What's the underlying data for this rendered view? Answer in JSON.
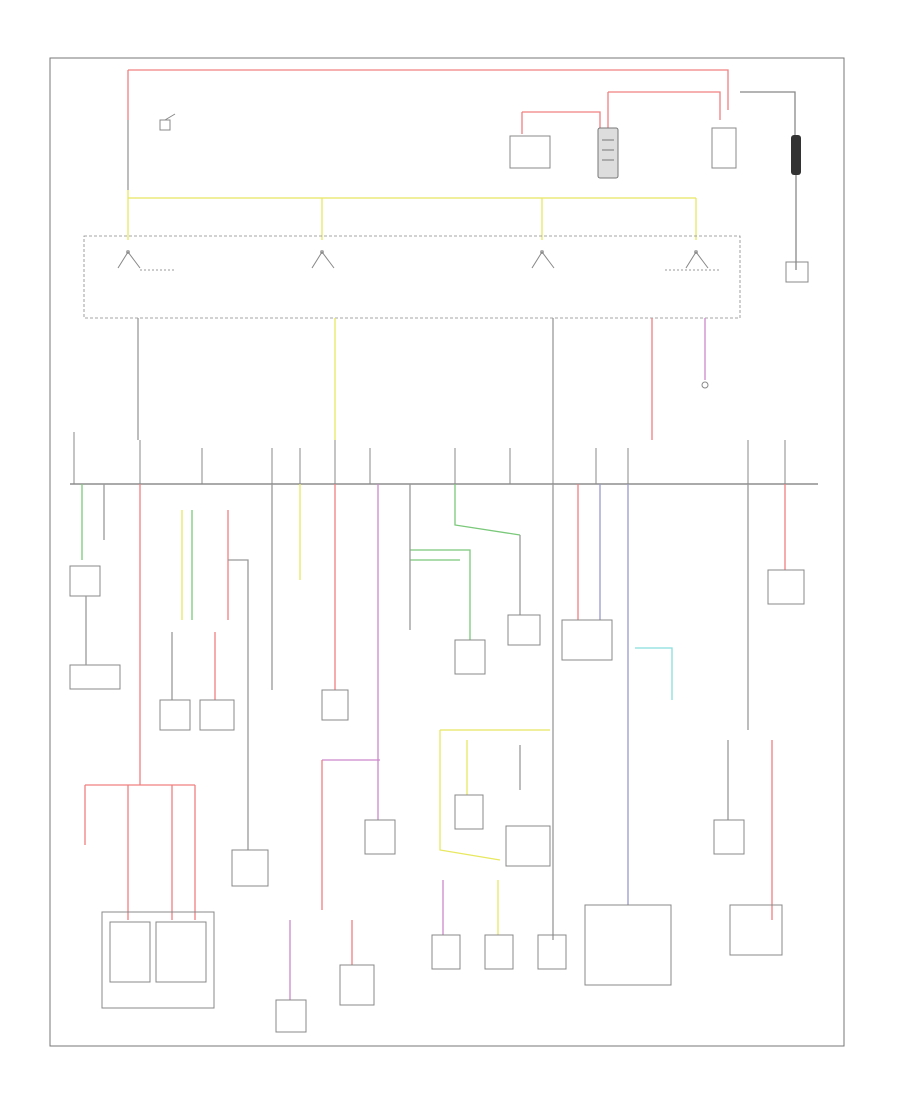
{
  "diagram": {
    "corner_label": "",
    "colors": {
      "red": "#f08080",
      "yellow": "#e8e860",
      "green": "#7ac87a",
      "gray": "#999999",
      "purple": "#cc88cc",
      "blue": "#9999cc",
      "cyan": "#88dddd"
    },
    "top_components": [
      {
        "name": "ignition-switch",
        "label": ""
      },
      {
        "name": "starter-relay",
        "label": ""
      },
      {
        "name": "battery",
        "label": ""
      },
      {
        "name": "fuse-link",
        "label": ""
      }
    ],
    "fuse_panel_labels": [],
    "component_labels": []
  }
}
